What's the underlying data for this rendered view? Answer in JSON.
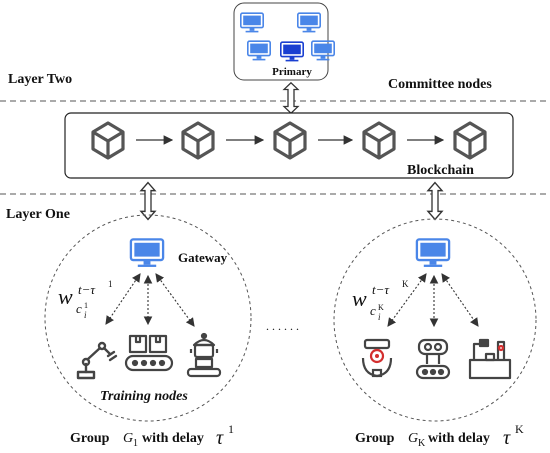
{
  "layers": {
    "layer_two": "Layer Two",
    "layer_one": "Layer One"
  },
  "committee": {
    "primary_label": "Primary",
    "committee_label": "Committee nodes",
    "monitor_count": 5
  },
  "blockchain": {
    "label": "Blockchain",
    "block_count": 5
  },
  "group1": {
    "gateway_label": "Gateway",
    "training_label": "Training nodes",
    "weight": {
      "base": "w",
      "sub": "c",
      "subsub_i": "i",
      "subsub_sup": "1",
      "sup": "t−τ",
      "sup_sup": "1"
    },
    "caption_prefix": "Group ",
    "group_symbol": "G",
    "group_index": "1",
    "caption_middle": "with delay ",
    "delay_symbol": "τ",
    "delay_exp": "1"
  },
  "groupK": {
    "weight": {
      "base": "w",
      "sub": "c",
      "subsub_i": "i",
      "subsub_sup": "K",
      "sup": "t−τ",
      "sup_sup": "K"
    },
    "caption_prefix": "Group ",
    "group_symbol": "G",
    "group_index": "K",
    "caption_middle": "with delay ",
    "delay_symbol": "τ",
    "delay_exp": "K"
  },
  "ellipsis": ". . . . . .",
  "colors": {
    "monitor_blue": "#4A86E8",
    "primary_blue": "#1A3FD1",
    "icon_gray": "#555555",
    "line": "#333333"
  }
}
